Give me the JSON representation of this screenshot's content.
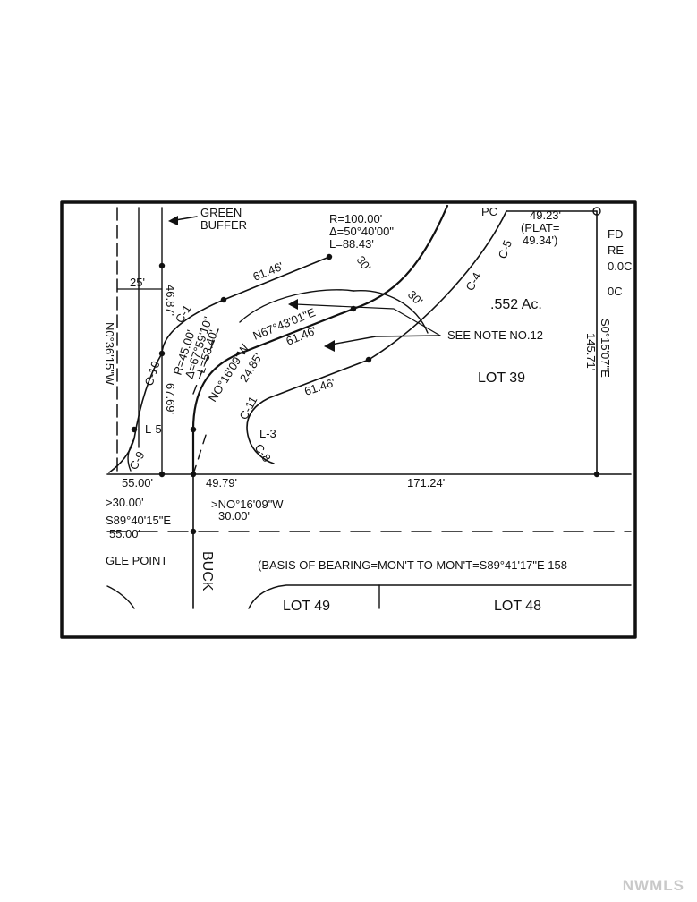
{
  "labels": {
    "buffer_top": "GREEN",
    "buffer": "BUFFER",
    "curve_r": "R=100.00'",
    "curve_delta": "Δ=50°40'00\"",
    "curve_l": "L=88.43'",
    "pc": "PC",
    "dist_49_23": "49.23'",
    "plat": "(PLAT=",
    "dist_49_34": "49.34')",
    "fd": "FD",
    "re": "RE",
    "oc1": "0.0C",
    "oc2": "0C",
    "width_25": "25'",
    "d_61_46_top": "61.46'",
    "w30_a": "30'",
    "w30_b": "30'",
    "c1": "C-1",
    "c4": "C-4",
    "c5": "C-5",
    "acres": ".552 Ac.",
    "d_46_87": "46.87'",
    "r45": "R=45.00'",
    "delta67": "Δ=67°59'10\"",
    "l53": "L=53.40'",
    "bearing_n67": "N67°43'01\"E",
    "d_61_46_mid": "61.46'",
    "see_note": "SEE NOTE NO.12",
    "bearing_s0": "S0°15'07\"E",
    "d_145_71": "145.71'",
    "c10": "C-10",
    "bearing_no16_upper": "NO°16'09\"W",
    "d_24_85": "24.85'",
    "lot39": "LOT 39",
    "d_61_46_low": "61.46'",
    "d_67_69": "67.69'",
    "bearing_left": "N0°36'15\"W",
    "c11": "C-11",
    "l5": "L-5",
    "l3": "L-3",
    "c9": "C-9",
    "c8": "C-8",
    "d_55_00_top": "55.00'",
    "d_49_79": "49.79'",
    "d_171_24": "171.24'",
    "d_30_00": ">30.00'",
    "bearing_no16_lower": ">NO°16'09\"W",
    "d_30_00_b": "30.00'",
    "bearing_s89_40": "S89°40'15\"E",
    "d_55_00_bottom": "55.00'",
    "angle_point": "GLE POINT",
    "buck": "BUCK",
    "basis": "(BASIS OF BEARING=MON'T TO MON'T=S89°41'17\"E  158",
    "lot49": "LOT 49",
    "lot48": "LOT 48"
  },
  "watermark": "NWMLS"
}
